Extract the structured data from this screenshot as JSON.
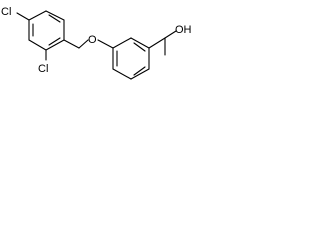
{
  "molecule": {
    "labels": {
      "chlorine_top": "Cl",
      "chlorine_lower": "Cl",
      "ether_oxygen": "O",
      "hydroxyl": "OH"
    },
    "colors": {
      "bond": "#000000",
      "text": "#000000",
      "background": "#ffffff"
    }
  }
}
